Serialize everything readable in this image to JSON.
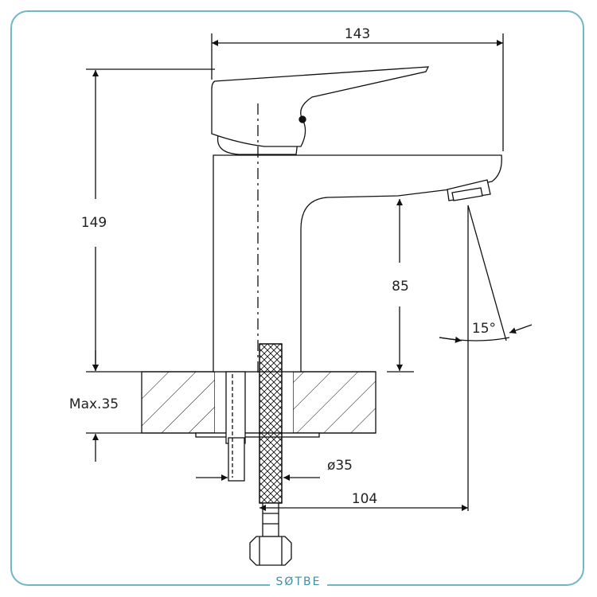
{
  "diagram": {
    "dimensions": {
      "total_length": "143",
      "total_height": "149",
      "spout_height": "85",
      "max_deck_thickness": "Max.35",
      "shank_diameter": "ø35",
      "reach": "104",
      "spray_angle": "15°"
    }
  },
  "footer": {
    "brand": "SØTBE"
  },
  "colors": {
    "frame": "#6fb7c6",
    "brand": "#3d8fa3",
    "line": "#111111"
  }
}
